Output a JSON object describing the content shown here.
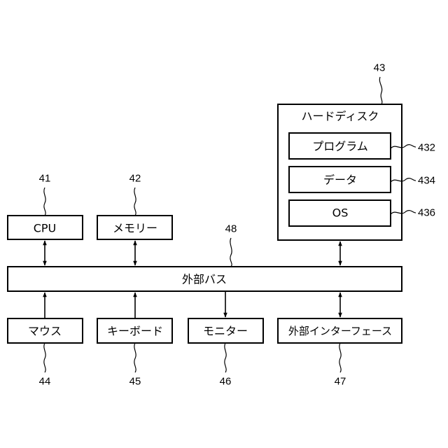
{
  "components": {
    "cpu": {
      "label": "CPU",
      "ref": "41"
    },
    "memory": {
      "label": "メモリー",
      "ref": "42"
    },
    "hard_disk": {
      "label": "ハードディスク",
      "ref": "43"
    },
    "program": {
      "label": "プログラム",
      "ref": "432"
    },
    "data": {
      "label": "データ",
      "ref": "434"
    },
    "os": {
      "label": "OS",
      "ref": "436"
    },
    "external_bus": {
      "label": "外部バス",
      "ref": "48"
    },
    "mouse": {
      "label": "マウス",
      "ref": "44"
    },
    "keyboard": {
      "label": "キーボード",
      "ref": "45"
    },
    "monitor": {
      "label": "モニター",
      "ref": "46"
    },
    "external_interface": {
      "label": "外部インターフェース",
      "ref": "47"
    }
  }
}
